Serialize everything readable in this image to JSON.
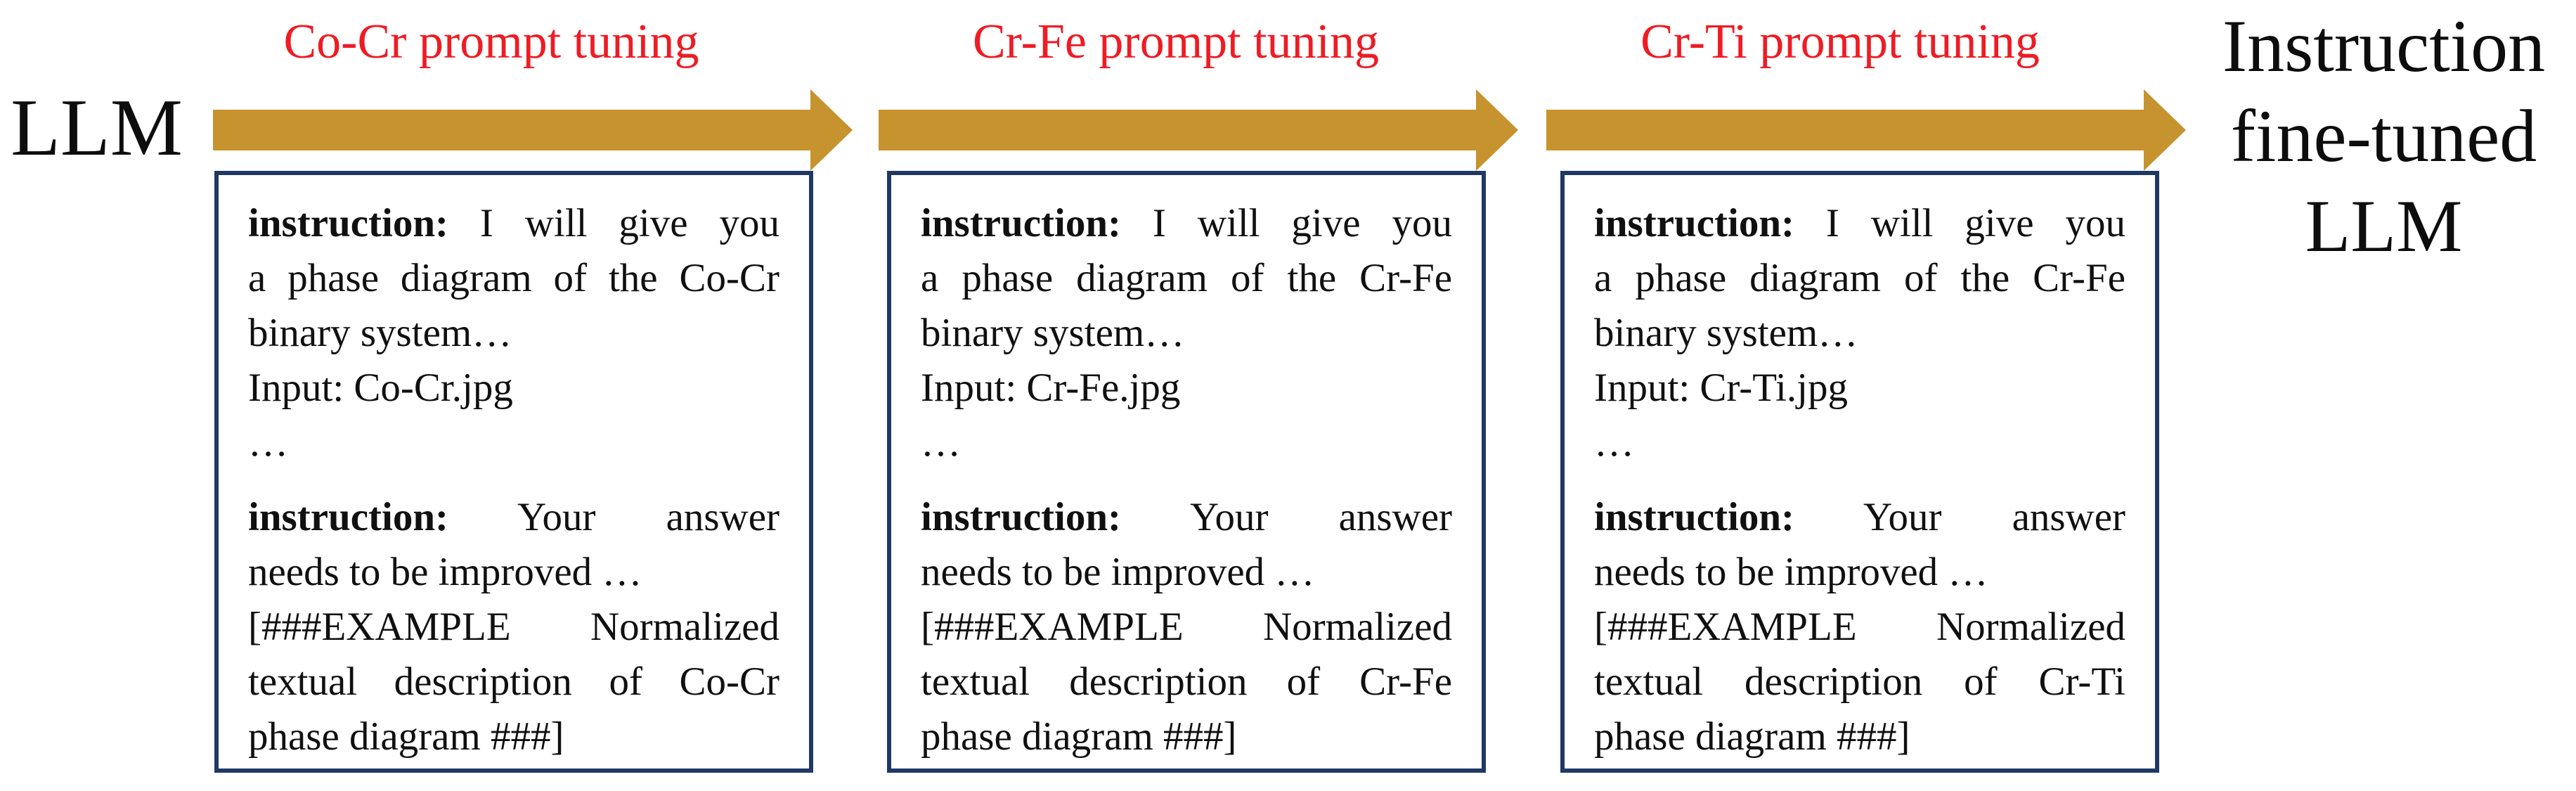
{
  "diagram": {
    "source_model_label": "LLM",
    "result_model_label": "Instruction fine-tuned LLM",
    "colors": {
      "arrow_gold": "#c6932e",
      "box_border_navy": "#1f3864",
      "stage_label_red": "#ee1c24",
      "text_black": "#101010"
    },
    "stages": [
      {
        "label": "Co-Cr prompt tuning",
        "box": {
          "lines": [
            {
              "parts": [
                {
                  "text": "instruction:",
                  "bold": true
                },
                {
                  "text": " I will give you",
                  "bold": false
                }
              ],
              "justify": true,
              "gap_before": false
            },
            {
              "parts": [
                {
                  "text": "a phase diagram of the Co-Cr",
                  "bold": false
                }
              ],
              "justify": true,
              "gap_before": false
            },
            {
              "parts": [
                {
                  "text": "binary system…",
                  "bold": false
                }
              ],
              "justify": false,
              "gap_before": false
            },
            {
              "parts": [
                {
                  "text": "Input: Co-Cr.jpg",
                  "bold": false
                }
              ],
              "justify": false,
              "gap_before": false
            },
            {
              "parts": [
                {
                  "text": "…",
                  "bold": false
                }
              ],
              "justify": false,
              "gap_before": false
            },
            {
              "parts": [
                {
                  "text": "instruction:",
                  "bold": true
                },
                {
                  "text": " Your answer",
                  "bold": false
                }
              ],
              "justify": true,
              "gap_before": true
            },
            {
              "parts": [
                {
                  "text": "needs to be improved …",
                  "bold": false
                }
              ],
              "justify": false,
              "gap_before": false
            },
            {
              "parts": [
                {
                  "text": "[###EXAMPLE Normalized",
                  "bold": false
                }
              ],
              "justify": true,
              "gap_before": false
            },
            {
              "parts": [
                {
                  "text": "textual description of Co-Cr",
                  "bold": false
                }
              ],
              "justify": true,
              "gap_before": false
            },
            {
              "parts": [
                {
                  "text": "phase diagram ###]",
                  "bold": false
                }
              ],
              "justify": false,
              "gap_before": false
            }
          ]
        }
      },
      {
        "label": "Cr-Fe prompt tuning",
        "box": {
          "lines": [
            {
              "parts": [
                {
                  "text": "instruction:",
                  "bold": true
                },
                {
                  "text": " I will give you",
                  "bold": false
                }
              ],
              "justify": true,
              "gap_before": false
            },
            {
              "parts": [
                {
                  "text": "a phase diagram of the Cr-Fe",
                  "bold": false
                }
              ],
              "justify": true,
              "gap_before": false
            },
            {
              "parts": [
                {
                  "text": "binary system…",
                  "bold": false
                }
              ],
              "justify": false,
              "gap_before": false
            },
            {
              "parts": [
                {
                  "text": "Input: Cr-Fe.jpg",
                  "bold": false
                }
              ],
              "justify": false,
              "gap_before": false
            },
            {
              "parts": [
                {
                  "text": "…",
                  "bold": false
                }
              ],
              "justify": false,
              "gap_before": false
            },
            {
              "parts": [
                {
                  "text": "instruction:",
                  "bold": true
                },
                {
                  "text": " Your answer",
                  "bold": false
                }
              ],
              "justify": true,
              "gap_before": true
            },
            {
              "parts": [
                {
                  "text": "needs to be improved …",
                  "bold": false
                }
              ],
              "justify": false,
              "gap_before": false
            },
            {
              "parts": [
                {
                  "text": "[###EXAMPLE Normalized",
                  "bold": false
                }
              ],
              "justify": true,
              "gap_before": false
            },
            {
              "parts": [
                {
                  "text": "textual description of Cr-Fe",
                  "bold": false
                }
              ],
              "justify": true,
              "gap_before": false
            },
            {
              "parts": [
                {
                  "text": "phase diagram ###]",
                  "bold": false
                }
              ],
              "justify": false,
              "gap_before": false
            }
          ]
        }
      },
      {
        "label": "Cr-Ti prompt tuning",
        "box": {
          "lines": [
            {
              "parts": [
                {
                  "text": "instruction:",
                  "bold": true
                },
                {
                  "text": " I will give you",
                  "bold": false
                }
              ],
              "justify": true,
              "gap_before": false
            },
            {
              "parts": [
                {
                  "text": "a phase diagram of the Cr-Fe",
                  "bold": false
                }
              ],
              "justify": true,
              "gap_before": false
            },
            {
              "parts": [
                {
                  "text": "binary system…",
                  "bold": false
                }
              ],
              "justify": false,
              "gap_before": false
            },
            {
              "parts": [
                {
                  "text": "Input: Cr-Ti.jpg",
                  "bold": false
                }
              ],
              "justify": false,
              "gap_before": false
            },
            {
              "parts": [
                {
                  "text": "…",
                  "bold": false
                }
              ],
              "justify": false,
              "gap_before": false
            },
            {
              "parts": [
                {
                  "text": "instruction:",
                  "bold": true
                },
                {
                  "text": " Your answer",
                  "bold": false
                }
              ],
              "justify": true,
              "gap_before": true
            },
            {
              "parts": [
                {
                  "text": "needs to be improved …",
                  "bold": false
                }
              ],
              "justify": false,
              "gap_before": false
            },
            {
              "parts": [
                {
                  "text": "[###EXAMPLE Normalized",
                  "bold": false
                }
              ],
              "justify": true,
              "gap_before": false
            },
            {
              "parts": [
                {
                  "text": "textual description of Cr-Ti",
                  "bold": false
                }
              ],
              "justify": true,
              "gap_before": false
            },
            {
              "parts": [
                {
                  "text": "phase diagram ###]",
                  "bold": false
                }
              ],
              "justify": false,
              "gap_before": false
            }
          ]
        }
      }
    ]
  }
}
